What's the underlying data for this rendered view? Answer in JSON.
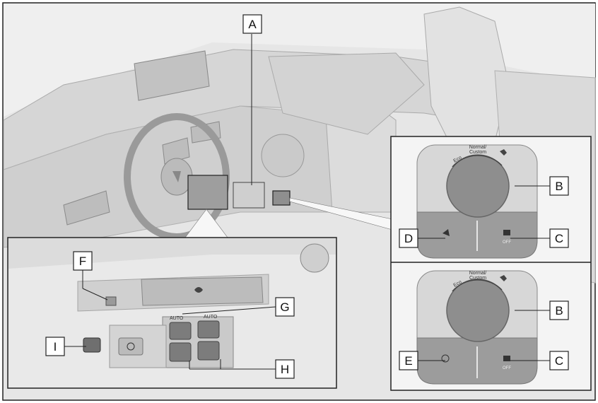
{
  "callouts": {
    "A": "A",
    "B1": "B",
    "C1": "C",
    "D": "D",
    "B2": "B",
    "E": "E",
    "C2": "C",
    "F": "F",
    "G": "G",
    "H": "H",
    "I": "I"
  },
  "dial_top": {
    "eco": "Eco",
    "normal": "Normal/",
    "custom": "Custom",
    "off": "OFF"
  },
  "dial_bottom": {
    "eco": "Eco",
    "normal": "Normal/",
    "custom": "Custom",
    "off": "OFF"
  },
  "console": {
    "auto_left": "AUTO",
    "auto_right": "AUTO"
  },
  "colors": {
    "border": "#222222",
    "panel": "#f4f4f4",
    "dash": "#c9c9c9",
    "dark": "#555555"
  }
}
